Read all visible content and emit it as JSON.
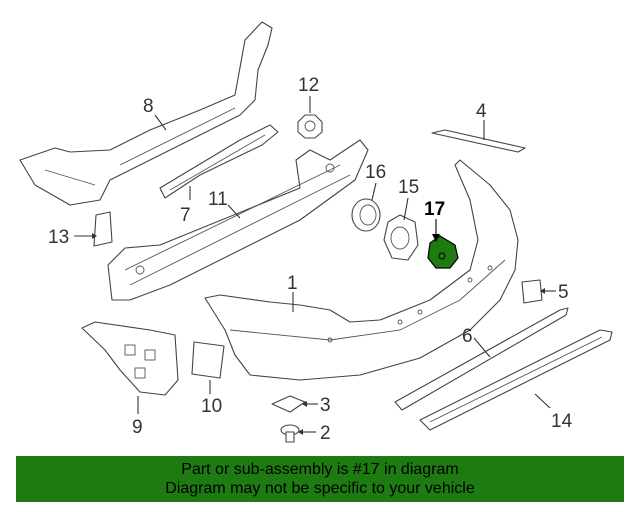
{
  "diagram": {
    "callouts": [
      "8",
      "12",
      "4",
      "16",
      "15",
      "17",
      "7",
      "11",
      "13",
      "1",
      "5",
      "6",
      "9",
      "10",
      "3",
      "2",
      "14"
    ],
    "highlight_color": "#1e7b12"
  },
  "banner": {
    "line1": "Part or sub-assembly is #17 in diagram",
    "line2": "Diagram may not be specific to your vehicle",
    "background": "#1e7b12"
  }
}
